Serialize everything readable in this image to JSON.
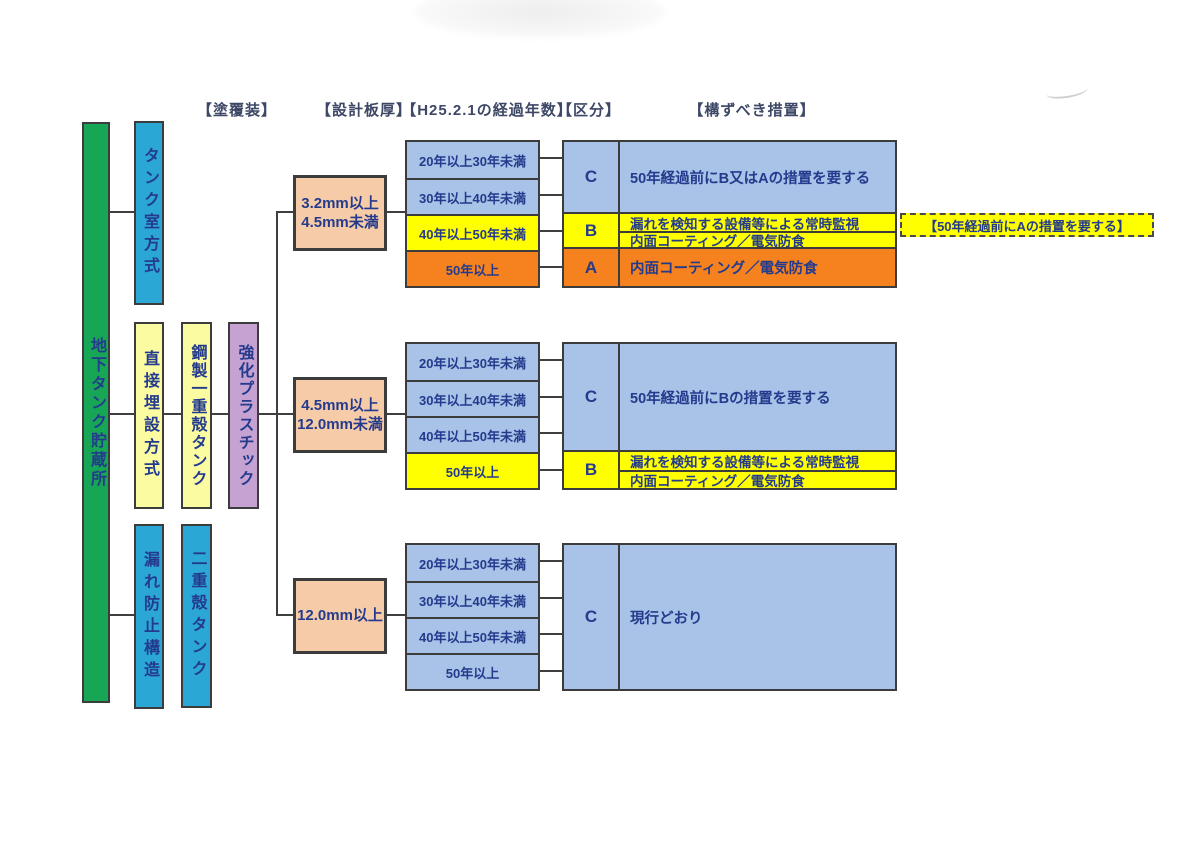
{
  "headers": {
    "coating": "【塗覆装】",
    "design_plate_thickness": "【設計板厚】",
    "elapsed_years": "【H25.2.1の経過年数】",
    "category": "【区分】",
    "required_measures": "【構ずべき措置】"
  },
  "tree": {
    "root": "地下タンク貯蔵所",
    "tank_room": "タンク室方式",
    "direct_burial": "直接埋設方式",
    "steel_single_shell": "鋼製一重殻タンク",
    "frp_coating": "強化プラスチック",
    "leak_prevention": "漏れ防止構造",
    "double_shell": "二重殻タンク"
  },
  "blocks": [
    {
      "thickness_lines": [
        "3.2mm以上",
        "4.5mm未満"
      ],
      "years": [
        "20年以上30年未満",
        "30年以上40年未満",
        "40年以上50年未満",
        "50年以上"
      ],
      "sections": [
        {
          "category": "C",
          "text": "50年経過前にB又はAの措置を要する"
        },
        {
          "category": "B",
          "lines": [
            "漏れを検知する設備等による常時監視",
            "内面コーティング／電気防食"
          ]
        },
        {
          "category": "A",
          "text": "内面コーティング／電気防食"
        }
      ],
      "annotation": "【50年経過前にAの措置を要する】"
    },
    {
      "thickness_lines": [
        "4.5mm以上",
        "12.0mm未満"
      ],
      "years": [
        "20年以上30年未満",
        "30年以上40年未満",
        "40年以上50年未満",
        "50年以上"
      ],
      "sections": [
        {
          "category": "C",
          "text": "50年経過前にBの措置を要する"
        },
        {
          "category": "B",
          "lines": [
            "漏れを検知する設備等による常時監視",
            "内面コーティング／電気防食"
          ]
        }
      ]
    },
    {
      "thickness_lines": [
        "12.0mm以上"
      ],
      "years": [
        "20年以上30年未満",
        "30年以上40年未満",
        "40年以上50年未満",
        "50年以上"
      ],
      "sections": [
        {
          "category": "C",
          "text": "現行どおり"
        }
      ]
    }
  ],
  "colors": {
    "root_green": "#17a656",
    "branch_cyan": "#2ba7d6",
    "branch_pale_yellow": "#fbfba2",
    "frp_purple": "#c6a2d2",
    "thickness_peach": "#f6cba8",
    "category_c_blue": "#a9c2e7",
    "category_b_yellow": "#ffff00",
    "category_a_orange": "#f5821f",
    "text_navy": "#243b8d",
    "line_dark": "#3f3f3f"
  }
}
